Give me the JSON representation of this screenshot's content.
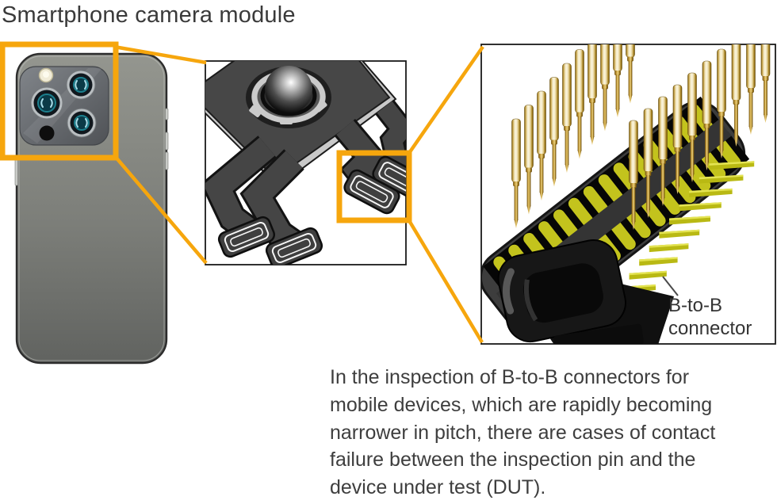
{
  "title": "Smartphone camera module",
  "caption": {
    "lines": [
      "In the inspection of B-to-B connectors for",
      "mobile devices, which are rapidly becoming",
      "narrower in pitch, there are cases of contact",
      "failure between the inspection pin and the",
      "device under test (DUT)."
    ]
  },
  "connector_label": {
    "line1": "B-to-B",
    "line2": "connector"
  },
  "colors": {
    "accent_orange": "#F6A60D",
    "text_dark": "#3E3E3E",
    "panel_border": "#1A1A1A",
    "pin_gold": "#E8D9A4",
    "contact_yellow": "#C3C31D",
    "connector_black": "#141414",
    "phone_gray": "#8A8C86"
  },
  "illustrations": {
    "phone": "smartphone-back-view",
    "module": "camera-module-flex-assembly",
    "connector": "btob-connector-with-inspection-pins"
  }
}
